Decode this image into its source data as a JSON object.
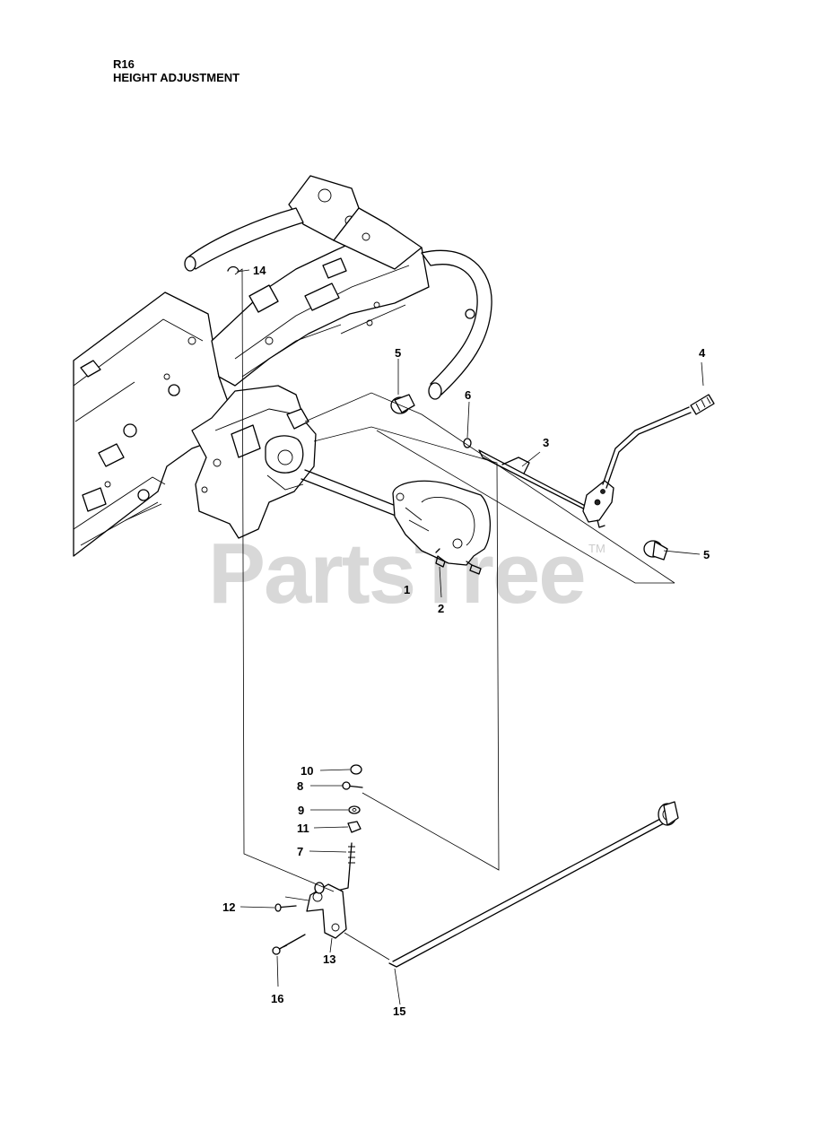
{
  "header": {
    "code": "R16",
    "title": "HEIGHT ADJUSTMENT"
  },
  "watermark": {
    "text": "PartsTree",
    "trademark": "TM"
  },
  "callouts": [
    {
      "id": "c1",
      "label": "1"
    },
    {
      "id": "c2",
      "label": "2"
    },
    {
      "id": "c3",
      "label": "3"
    },
    {
      "id": "c4",
      "label": "4"
    },
    {
      "id": "c5a",
      "label": "5"
    },
    {
      "id": "c5b",
      "label": "5"
    },
    {
      "id": "c6",
      "label": "6"
    },
    {
      "id": "c7",
      "label": "7"
    },
    {
      "id": "c8",
      "label": "8"
    },
    {
      "id": "c9",
      "label": "9"
    },
    {
      "id": "c10",
      "label": "10"
    },
    {
      "id": "c11",
      "label": "11"
    },
    {
      "id": "c12",
      "label": "12"
    },
    {
      "id": "c13",
      "label": "13"
    },
    {
      "id": "c14",
      "label": "14"
    },
    {
      "id": "c15",
      "label": "15"
    },
    {
      "id": "c16",
      "label": "16"
    }
  ],
  "colors": {
    "line": "#000000",
    "watermark": "#cccccc",
    "background": "#ffffff"
  }
}
